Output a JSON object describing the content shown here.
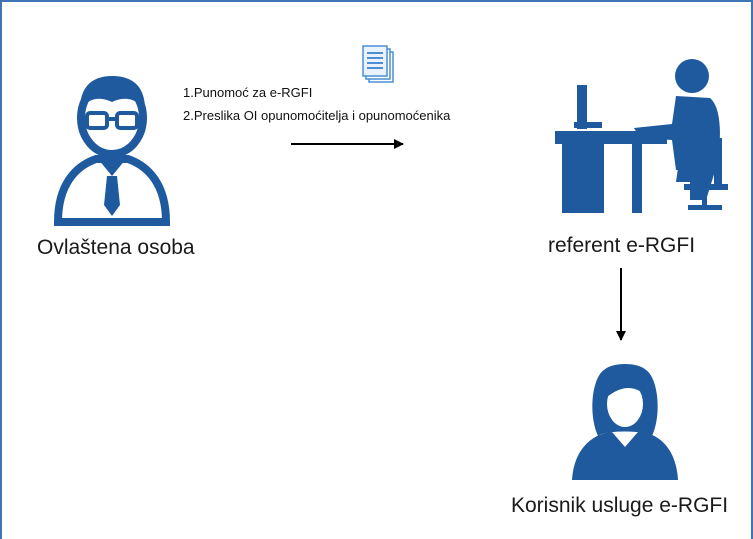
{
  "colors": {
    "icon_blue": "#1f5a9f",
    "frame": "#3f74b5",
    "document_icon": "#4a8fd3"
  },
  "icons": {
    "authorized_person": "businessman-icon",
    "referent": "desk-worker-icon",
    "service_user": "woman-user-icon",
    "documents": "document-stack-icon"
  },
  "nodes": {
    "authorized_person": "Ovlaštena osoba",
    "referent": "referent e-RGFI",
    "service_user": "Korisnik usluge e-RGFI"
  },
  "documents": [
    "1.Punomoć za e-RGFI",
    "2.Preslika OI opunomoćitelja i opunomoćenika"
  ]
}
